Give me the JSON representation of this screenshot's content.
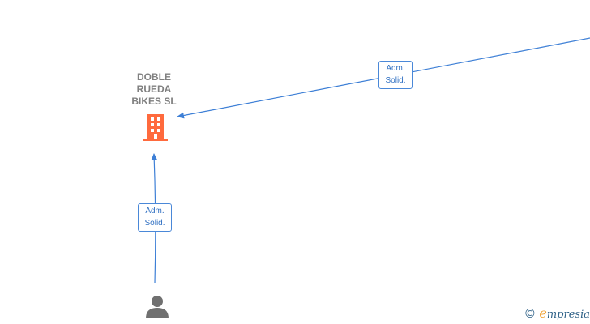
{
  "company": {
    "name_lines": [
      "DOBLE",
      "RUEDA",
      "BIKES  SL"
    ],
    "icon": "building-icon",
    "color": "#ff6a3d"
  },
  "person": {
    "icon": "person-icon",
    "color": "#707070"
  },
  "edges": [
    {
      "id": "offscreen-to-company",
      "label_lines": [
        "Adm.",
        "Solid."
      ]
    },
    {
      "id": "person-to-company",
      "label_lines": [
        "Adm.",
        "Solid."
      ]
    }
  ],
  "edge_color": "#3d7fd6",
  "watermark": {
    "symbol": "©",
    "brand_initial": "e",
    "brand_rest": "mpresia"
  }
}
